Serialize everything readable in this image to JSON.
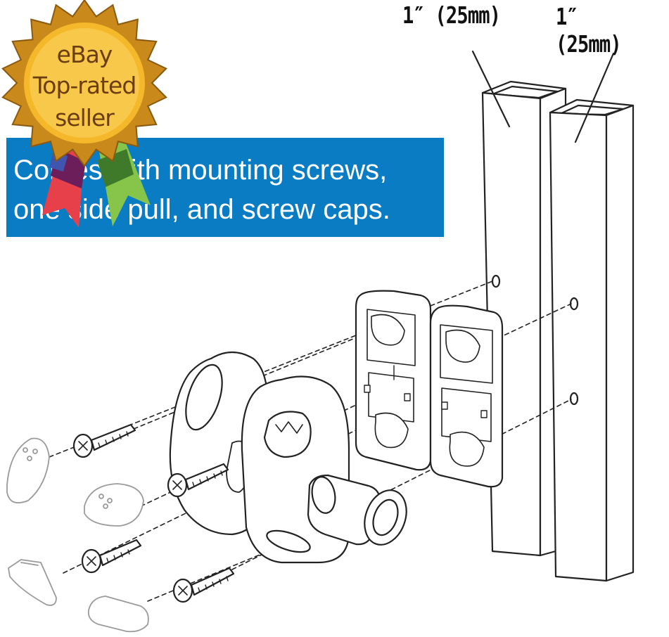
{
  "badge": {
    "line1": "eBay",
    "line2": "Top-rated",
    "line3": "seller",
    "colors": {
      "gold": "#f5b82a",
      "gold_light": "#fbd86a",
      "text": "#6b3d10"
    }
  },
  "banner": {
    "line1": "Comes with mounting screws,",
    "line2": "one side pull, and screw caps.",
    "background": "#0a7cc4"
  },
  "dimensions": {
    "left_post": "1″ (25mm)",
    "right_post": "1″ (25mm)"
  }
}
